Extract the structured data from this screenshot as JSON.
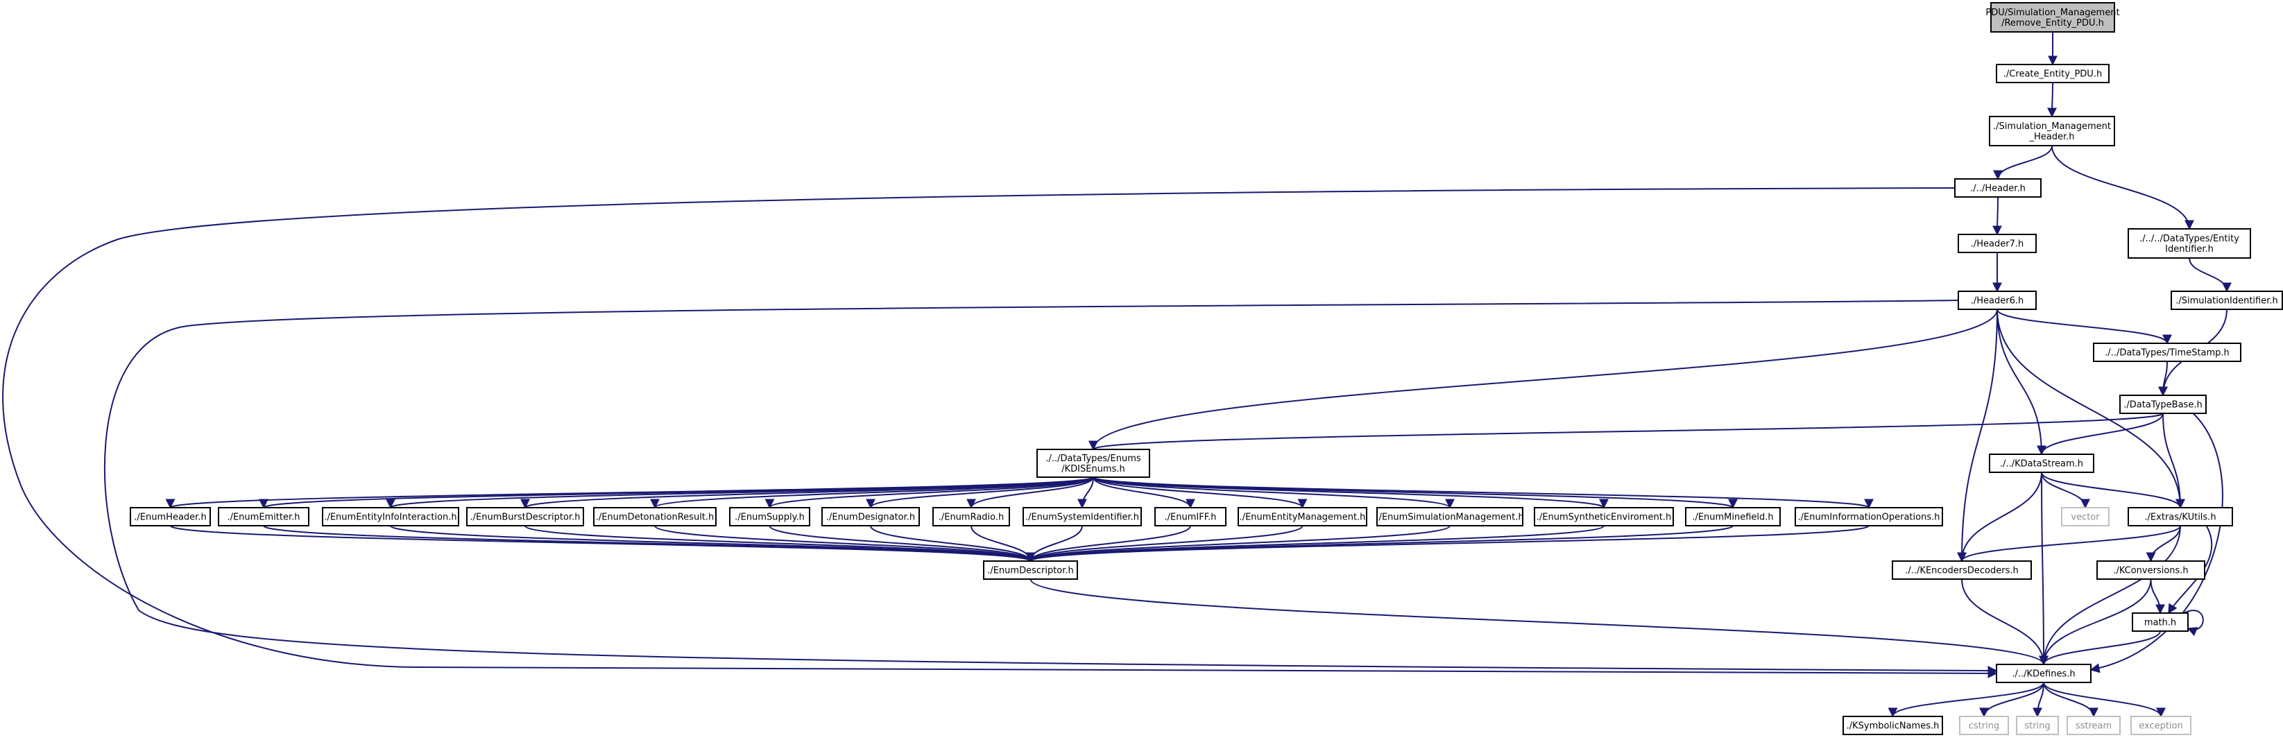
{
  "diagram": {
    "edge_color": "#191970",
    "root_fill": "#bfbfbf",
    "nodes": [
      {
        "id": "remove",
        "lines": [
          "PDU/Simulation_Management",
          "/Remove_Entity_PDU.h"
        ],
        "root": true
      },
      {
        "id": "create",
        "lines": [
          "./Create_Entity_PDU.h"
        ]
      },
      {
        "id": "simhdr",
        "lines": [
          "./Simulation_Management",
          "_Header.h"
        ]
      },
      {
        "id": "header",
        "lines": [
          "./../Header.h"
        ]
      },
      {
        "id": "header7",
        "lines": [
          "./Header7.h"
        ]
      },
      {
        "id": "header6",
        "lines": [
          "./Header6.h"
        ]
      },
      {
        "id": "entityid",
        "lines": [
          "./../../DataTypes/Entity",
          "Identifier.h"
        ]
      },
      {
        "id": "simid",
        "lines": [
          "./SimulationIdentifier.h"
        ]
      },
      {
        "id": "timestamp",
        "lines": [
          "./../DataTypes/TimeStamp.h"
        ]
      },
      {
        "id": "datatypebase",
        "lines": [
          "./DataTypeBase.h"
        ]
      },
      {
        "id": "kdisenums",
        "lines": [
          "./../DataTypes/Enums",
          "/KDISEnums.h"
        ]
      },
      {
        "id": "kdatastream",
        "lines": [
          "./../KDataStream.h"
        ]
      },
      {
        "id": "vector",
        "lines": [
          "vector"
        ],
        "ext": true
      },
      {
        "id": "kutils",
        "lines": [
          "./Extras/KUtils.h"
        ]
      },
      {
        "id": "enumheader",
        "lines": [
          "./EnumHeader.h"
        ]
      },
      {
        "id": "enumemitter",
        "lines": [
          "./EnumEmitter.h"
        ]
      },
      {
        "id": "enumentityinfo",
        "lines": [
          "./EnumEntityInfoInteraction.h"
        ]
      },
      {
        "id": "enumburst",
        "lines": [
          "./EnumBurstDescriptor.h"
        ]
      },
      {
        "id": "enumdetonation",
        "lines": [
          "./EnumDetonationResult.h"
        ]
      },
      {
        "id": "enumsupply",
        "lines": [
          "./EnumSupply.h"
        ]
      },
      {
        "id": "enumdesignator",
        "lines": [
          "./EnumDesignator.h"
        ]
      },
      {
        "id": "enumradio",
        "lines": [
          "./EnumRadio.h"
        ]
      },
      {
        "id": "enumsysid",
        "lines": [
          "./EnumSystemIdentifier.h"
        ]
      },
      {
        "id": "enumiff",
        "lines": [
          "./EnumIFF.h"
        ]
      },
      {
        "id": "enumentitymgmt",
        "lines": [
          "./EnumEntityManagement.h"
        ]
      },
      {
        "id": "enumsimmgmt",
        "lines": [
          "./EnumSimulationManagement.h"
        ]
      },
      {
        "id": "enumsynth",
        "lines": [
          "./EnumSyntheticEnviroment.h"
        ]
      },
      {
        "id": "enumminefield",
        "lines": [
          "./EnumMinefield.h"
        ]
      },
      {
        "id": "enuminfoops",
        "lines": [
          "./EnumInformationOperations.h"
        ]
      },
      {
        "id": "enumdescriptor",
        "lines": [
          "./EnumDescriptor.h"
        ]
      },
      {
        "id": "kencoders",
        "lines": [
          "./../KEncodersDecoders.h"
        ]
      },
      {
        "id": "kconversions",
        "lines": [
          "./KConversions.h"
        ]
      },
      {
        "id": "math",
        "lines": [
          "math.h"
        ]
      },
      {
        "id": "kdefines",
        "lines": [
          "./../KDefines.h"
        ]
      },
      {
        "id": "ksymbolic",
        "lines": [
          "./KSymbolicNames.h"
        ]
      },
      {
        "id": "cstring",
        "lines": [
          "cstring"
        ],
        "ext": true
      },
      {
        "id": "string",
        "lines": [
          "string"
        ],
        "ext": true
      },
      {
        "id": "sstream",
        "lines": [
          "sstream"
        ],
        "ext": true
      },
      {
        "id": "exception",
        "lines": [
          "exception"
        ],
        "ext": true
      }
    ],
    "edges": [
      [
        "remove",
        "create"
      ],
      [
        "create",
        "simhdr"
      ],
      [
        "simhdr",
        "header"
      ],
      [
        "simhdr",
        "entityid"
      ],
      [
        "header",
        "header7"
      ],
      [
        "header",
        "kdefines"
      ],
      [
        "header7",
        "header6"
      ],
      [
        "entityid",
        "simid"
      ],
      [
        "simid",
        "datatypebase"
      ],
      [
        "header6",
        "timestamp"
      ],
      [
        "header6",
        "kdisenums"
      ],
      [
        "header6",
        "kdatastream"
      ],
      [
        "header6",
        "kutils"
      ],
      [
        "header6",
        "kencoders"
      ],
      [
        "header6",
        "kdefines"
      ],
      [
        "timestamp",
        "datatypebase"
      ],
      [
        "datatypebase",
        "kdisenums"
      ],
      [
        "datatypebase",
        "kdatastream"
      ],
      [
        "datatypebase",
        "kutils"
      ],
      [
        "datatypebase",
        "kdefines"
      ],
      [
        "kdisenums",
        "enumheader"
      ],
      [
        "kdisenums",
        "enumemitter"
      ],
      [
        "kdisenums",
        "enumentityinfo"
      ],
      [
        "kdisenums",
        "enumburst"
      ],
      [
        "kdisenums",
        "enumdetonation"
      ],
      [
        "kdisenums",
        "enumsupply"
      ],
      [
        "kdisenums",
        "enumdesignator"
      ],
      [
        "kdisenums",
        "enumradio"
      ],
      [
        "kdisenums",
        "enumsysid"
      ],
      [
        "kdisenums",
        "enumiff"
      ],
      [
        "kdisenums",
        "enumentitymgmt"
      ],
      [
        "kdisenums",
        "enumsimmgmt"
      ],
      [
        "kdisenums",
        "enumsynth"
      ],
      [
        "kdisenums",
        "enumminefield"
      ],
      [
        "kdisenums",
        "enuminfoops"
      ],
      [
        "enumheader",
        "enumdescriptor"
      ],
      [
        "enumemitter",
        "enumdescriptor"
      ],
      [
        "enumentityinfo",
        "enumdescriptor"
      ],
      [
        "enumburst",
        "enumdescriptor"
      ],
      [
        "enumdetonation",
        "enumdescriptor"
      ],
      [
        "enumsupply",
        "enumdescriptor"
      ],
      [
        "enumdesignator",
        "enumdescriptor"
      ],
      [
        "enumradio",
        "enumdescriptor"
      ],
      [
        "enumsysid",
        "enumdescriptor"
      ],
      [
        "enumiff",
        "enumdescriptor"
      ],
      [
        "enumentitymgmt",
        "enumdescriptor"
      ],
      [
        "enumsimmgmt",
        "enumdescriptor"
      ],
      [
        "enumsynth",
        "enumdescriptor"
      ],
      [
        "enumminefield",
        "enumdescriptor"
      ],
      [
        "enuminfoops",
        "enumdescriptor"
      ],
      [
        "enumdescriptor",
        "kdefines"
      ],
      [
        "kdatastream",
        "vector"
      ],
      [
        "kdatastream",
        "kutils"
      ],
      [
        "kdatastream",
        "kencoders"
      ],
      [
        "kdatastream",
        "kdefines"
      ],
      [
        "kutils",
        "kencoders"
      ],
      [
        "kutils",
        "kconversions"
      ],
      [
        "kutils",
        "math"
      ],
      [
        "kutils",
        "kdefines"
      ],
      [
        "kencoders",
        "kdefines"
      ],
      [
        "kconversions",
        "math"
      ],
      [
        "kconversions",
        "kdefines"
      ],
      [
        "math",
        "math"
      ],
      [
        "math",
        "kdefines"
      ],
      [
        "kdefines",
        "ksymbolic"
      ],
      [
        "kdefines",
        "cstring"
      ],
      [
        "kdefines",
        "string"
      ],
      [
        "kdefines",
        "sstream"
      ],
      [
        "kdefines",
        "exception"
      ]
    ]
  }
}
